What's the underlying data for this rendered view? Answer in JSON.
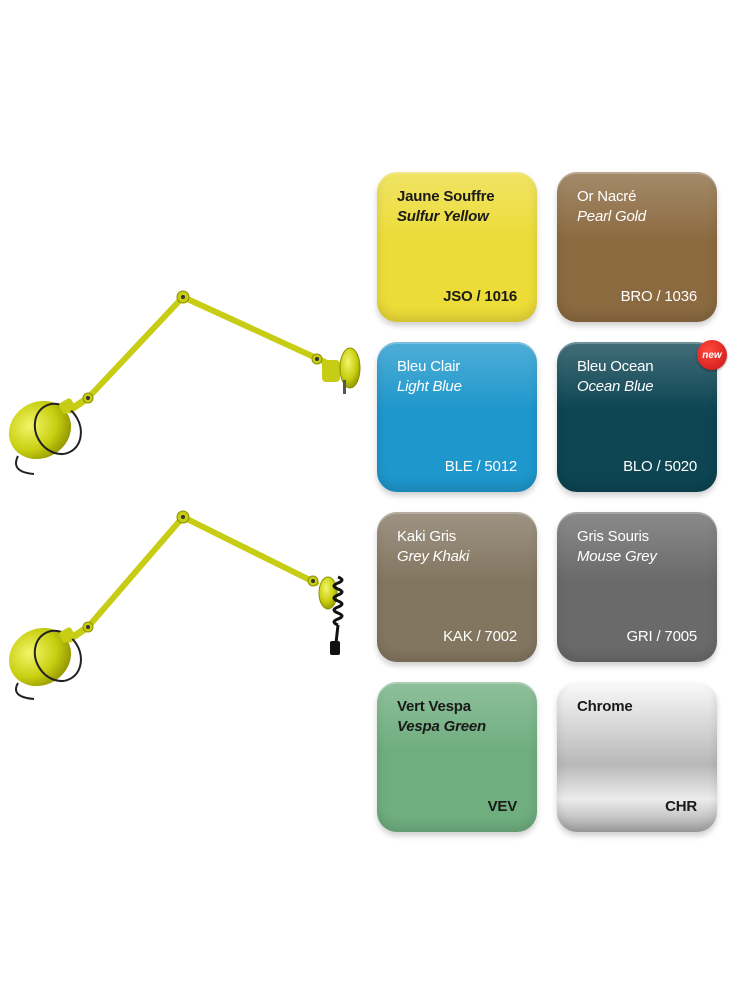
{
  "swatches": [
    {
      "name_fr": "Jaune Souffre",
      "name_en": "Sulfur Yellow",
      "code": "JSO / 1016",
      "color": "#ecdc38"
    },
    {
      "name_fr": "Or Nacré",
      "name_en": "Pearl Gold",
      "code": "BRO / 1036",
      "color": "#8b6a40"
    },
    {
      "name_fr": "Bleu Clair",
      "name_en": "Light Blue",
      "code": "BLE / 5012",
      "color": "#1e97cc"
    },
    {
      "name_fr": "Bleu Ocean",
      "name_en": "Ocean Blue",
      "code": "BLO / 5020",
      "color": "#0d4553",
      "badge": "new"
    },
    {
      "name_fr": "Kaki Gris",
      "name_en": "Grey Khaki",
      "code": "KAK / 7002",
      "color": "#837661"
    },
    {
      "name_fr": "Gris Souris",
      "name_en": "Mouse Grey",
      "code": "GRI / 7005",
      "color": "#6a6a6a"
    },
    {
      "name_fr": "Vert Vespa",
      "name_en": "Vespa Green",
      "code": "VEV",
      "color": "#6fae7f"
    },
    {
      "name_fr": "Chrome",
      "name_en": "",
      "code": "CHR",
      "color": "#d8d8d8"
    }
  ],
  "lamp_color": "#d6dc1e",
  "icons": [
    "wall-lamp-fixed-mount-icon",
    "wall-lamp-plug-cord-icon"
  ]
}
